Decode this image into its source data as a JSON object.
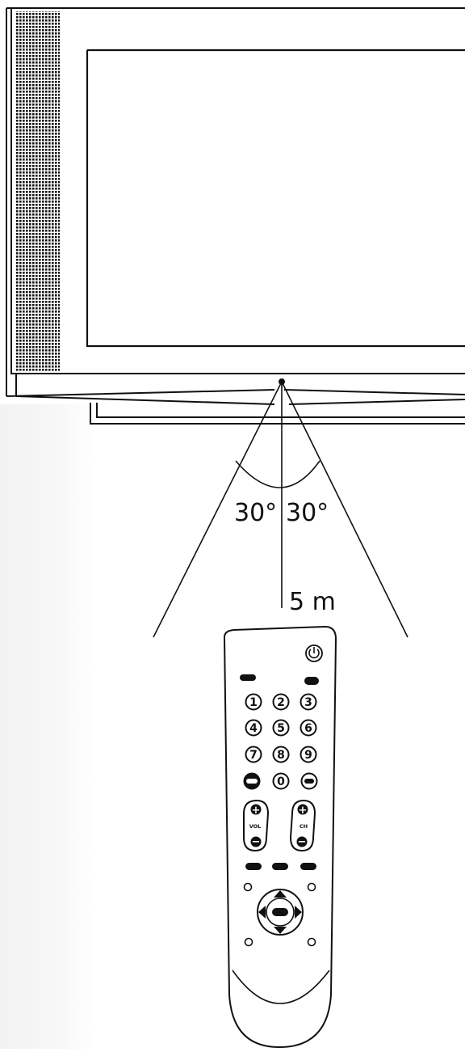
{
  "diagram": {
    "angle_left_label": "30°",
    "angle_right_label": "30°",
    "distance_label": "5 m"
  },
  "remote": {
    "buttons_row1": [
      "1",
      "2",
      "3"
    ],
    "buttons_row2": [
      "4",
      "5",
      "6"
    ],
    "buttons_row3": [
      "7",
      "8",
      "9"
    ],
    "button_zero": "0",
    "vol_label": "VOL",
    "ch_label": "CH",
    "plus_symbol": "+",
    "minus_symbol": "−"
  },
  "icons": {
    "power": "power-icon",
    "arrows": [
      "arrow-up-icon",
      "arrow-down-icon",
      "arrow-left-icon",
      "arrow-right-icon"
    ]
  }
}
